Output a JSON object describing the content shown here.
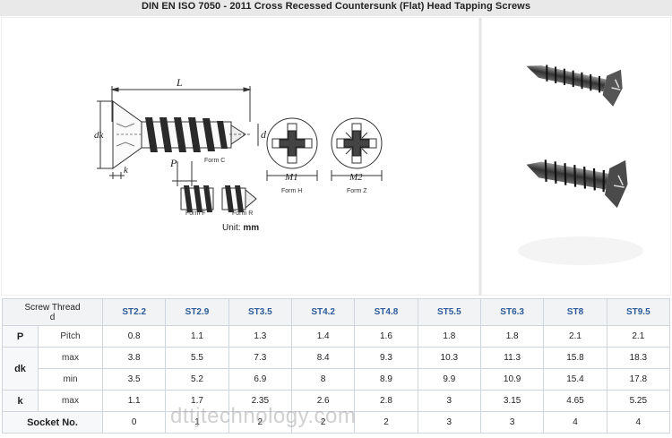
{
  "title": "DIN EN ISO 7050 - 2011 Cross Recessed Countersunk (Flat) Head Tapping Screws",
  "drawing": {
    "dim_L": "L",
    "dim_d": "d",
    "dim_dk": "dk",
    "dim_k": "k",
    "dim_P": "P",
    "form_c": "Form C",
    "form_f": "Form F",
    "form_r": "Form R",
    "m1": "M1",
    "form_h": "Form H",
    "m2": "M2",
    "form_z": "Form Z",
    "unit_prefix": "Unit:",
    "unit_value": "mm"
  },
  "table": {
    "corner_line1": "Screw Thread",
    "corner_line2": "d",
    "columns": [
      "ST2.2",
      "ST2.9",
      "ST3.5",
      "ST4.2",
      "ST4.8",
      "ST5.5",
      "ST6.3",
      "ST8",
      "ST9.5"
    ],
    "rows": [
      {
        "symbol": "P",
        "sub": "Pitch",
        "values": [
          "0.8",
          "1.1",
          "1.3",
          "1.4",
          "1.6",
          "1.8",
          "1.8",
          "2.1",
          "2.1"
        ]
      },
      {
        "symbol": "dk",
        "sub": "max",
        "values": [
          "3.8",
          "5.5",
          "7.3",
          "8.4",
          "9.3",
          "10.3",
          "11.3",
          "15.8",
          "18.3"
        ]
      },
      {
        "symbol": "",
        "sub": "min",
        "values": [
          "3.5",
          "5.2",
          "6.9",
          "8",
          "8.9",
          "9.9",
          "10.9",
          "15.4",
          "17.8"
        ]
      },
      {
        "symbol": "k",
        "sub": "max",
        "values": [
          "1.1",
          "1.7",
          "2.35",
          "2.6",
          "2.8",
          "3",
          "3.15",
          "4.65",
          "5.25"
        ]
      },
      {
        "symbol": "Socket No.",
        "sub": "",
        "values": [
          "0",
          "1",
          "2",
          "2",
          "2",
          "3",
          "3",
          "4",
          "4"
        ]
      }
    ]
  },
  "watermark": "dttjtechnology.com"
}
